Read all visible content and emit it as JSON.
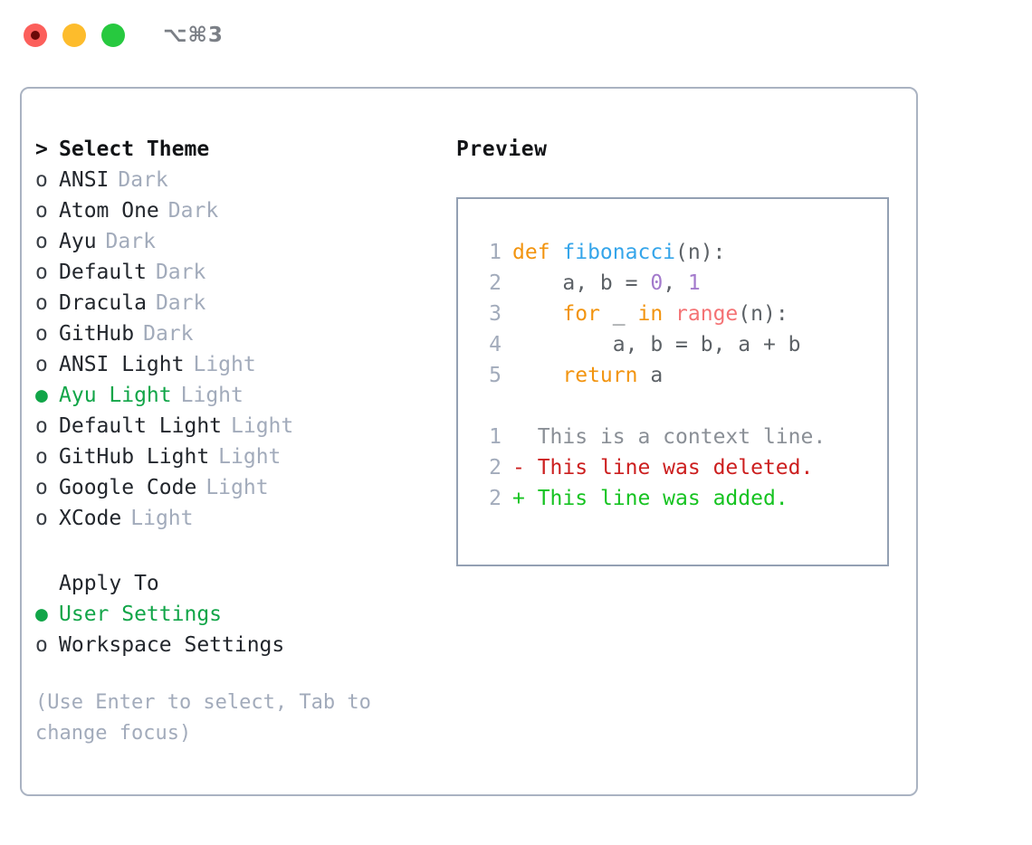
{
  "titlebar": {
    "shortcut": "⌥⌘3",
    "dots": [
      {
        "name": "close",
        "color": "#fc5f5b"
      },
      {
        "name": "minimize",
        "color": "#fdbc2c"
      },
      {
        "name": "maximize",
        "color": "#27c93f"
      }
    ]
  },
  "theme_picker": {
    "heading": "Select Theme",
    "heading_marker": ">",
    "marker_unselected": "o",
    "marker_selected": "●",
    "items": [
      {
        "label": "ANSI",
        "tag": "Dark",
        "selected": false
      },
      {
        "label": "Atom One",
        "tag": "Dark",
        "selected": false
      },
      {
        "label": "Ayu",
        "tag": "Dark",
        "selected": false
      },
      {
        "label": "Default",
        "tag": "Dark",
        "selected": false
      },
      {
        "label": "Dracula",
        "tag": "Dark",
        "selected": false
      },
      {
        "label": "GitHub",
        "tag": "Dark",
        "selected": false
      },
      {
        "label": "ANSI Light",
        "tag": "Light",
        "selected": false
      },
      {
        "label": "Ayu Light",
        "tag": "Light",
        "selected": true
      },
      {
        "label": "Default Light",
        "tag": "Light",
        "selected": false
      },
      {
        "label": "GitHub Light",
        "tag": "Light",
        "selected": false
      },
      {
        "label": "Google Code",
        "tag": "Light",
        "selected": false
      },
      {
        "label": "XCode",
        "tag": "Light",
        "selected": false
      }
    ]
  },
  "apply_to": {
    "heading": "Apply To",
    "items": [
      {
        "label": "User Settings",
        "selected": true
      },
      {
        "label": "Workspace Settings",
        "selected": false
      }
    ]
  },
  "hint": "(Use Enter to select, Tab to change focus)",
  "preview": {
    "title": "Preview",
    "code_lines": [
      {
        "num": "1",
        "tokens": [
          {
            "t": "def ",
            "c": "t-kw"
          },
          {
            "t": "fibonacci",
            "c": "t-fn"
          },
          {
            "t": "(n):",
            "c": "t-pl"
          }
        ]
      },
      {
        "num": "2",
        "tokens": [
          {
            "t": "    a, b = ",
            "c": "t-pl"
          },
          {
            "t": "0",
            "c": "t-num"
          },
          {
            "t": ", ",
            "c": "t-pl"
          },
          {
            "t": "1",
            "c": "t-num"
          }
        ]
      },
      {
        "num": "3",
        "tokens": [
          {
            "t": "    ",
            "c": "t-pl"
          },
          {
            "t": "for",
            "c": "t-kw"
          },
          {
            "t": " _ ",
            "c": "t-pl"
          },
          {
            "t": "in",
            "c": "t-kw"
          },
          {
            "t": " ",
            "c": "t-pl"
          },
          {
            "t": "range",
            "c": "t-call"
          },
          {
            "t": "(n):",
            "c": "t-pl"
          }
        ]
      },
      {
        "num": "4",
        "tokens": [
          {
            "t": "        a, b = b, a + b",
            "c": "t-pl"
          }
        ]
      },
      {
        "num": "5",
        "tokens": [
          {
            "t": "    ",
            "c": "t-pl"
          },
          {
            "t": "return",
            "c": "t-kw"
          },
          {
            "t": " a",
            "c": "t-pl"
          }
        ]
      }
    ],
    "diff_lines": [
      {
        "num": "1",
        "sign": " ",
        "text": " This is a context line.",
        "cls": "d-ctx"
      },
      {
        "num": "2",
        "sign": "-",
        "text": " This line was deleted.",
        "cls": "d-del"
      },
      {
        "num": "2",
        "sign": "+",
        "text": " This line was added.",
        "cls": "d-add"
      }
    ]
  },
  "colors": {
    "accent_green": "#11a548",
    "tag_gray": "#a2abbb",
    "border": "#aab3c2",
    "keyword": "#f2940f",
    "function": "#35a5ea",
    "number": "#a37acc",
    "call": "#f47274",
    "diff_added": "#16c321",
    "diff_deleted": "#cc1f1f",
    "diff_context": "#8a8f96"
  }
}
